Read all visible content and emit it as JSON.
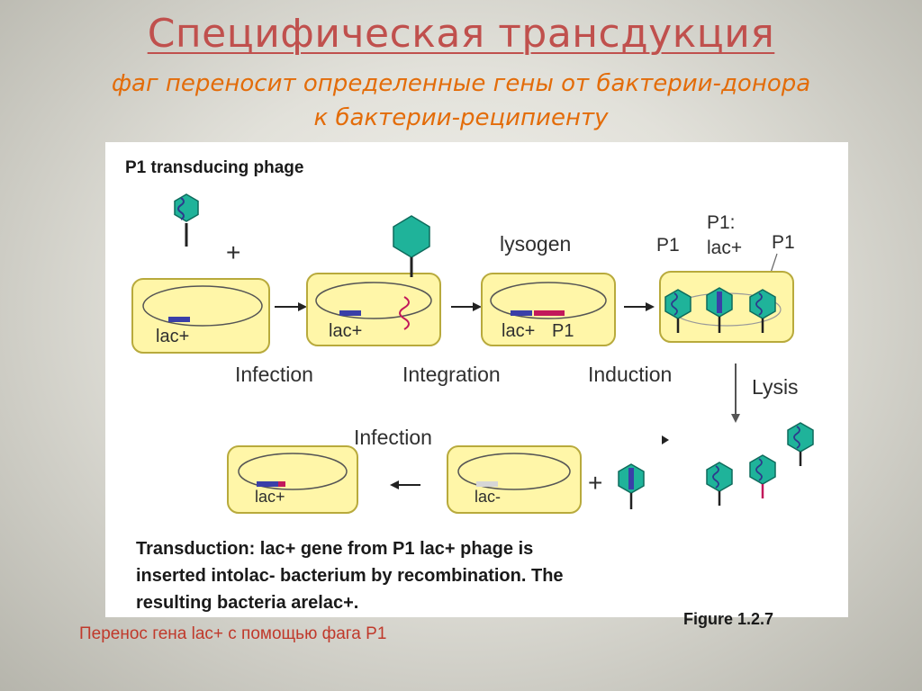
{
  "slide": {
    "title": "Специфическая трансдукция",
    "subtitle_line1": "фаг переносит определенные гены от бактерии-донора",
    "subtitle_line2": "к бактерии-реципиенту",
    "caption": "Перенос гена lac+ с помощью фага P1"
  },
  "figure": {
    "heading": "P1 transducing phage",
    "plus_top": "+",
    "cell1_label": "lac+",
    "cell2_label": "lac+",
    "cell3_label_a": "lac+",
    "cell3_label_b": "P1",
    "lysogen": "lysogen",
    "p1_left": "P1",
    "p1_lac_line1": "P1:",
    "p1_lac_line2": "lac+",
    "p1_right": "P1",
    "step_infection": "Infection",
    "step_integration": "Integration",
    "step_induction": "Induction",
    "step_lysis": "Lysis",
    "step_infection2": "Infection",
    "cell5_label": "lac-",
    "cell6_label": "lac+",
    "plus_bottom": "+",
    "desc_line1": "Transduction: lac+ gene from P1 lac+ phage is",
    "desc_line2": "inserted intolac- bacterium by recombination. The",
    "desc_line3": "resulting bacteria arelac+.",
    "figure_no": "Figure 1.2.7"
  },
  "colors": {
    "title": "#c0504d",
    "subtitle": "#e36c09",
    "cell_fill": "#fff6a8",
    "cell_stroke": "#b8aa3c",
    "phage_head": "#1fb39a",
    "gene_lac": "#3a3fa8",
    "gene_p1": "#c2185b",
    "caption": "#c0392b"
  }
}
